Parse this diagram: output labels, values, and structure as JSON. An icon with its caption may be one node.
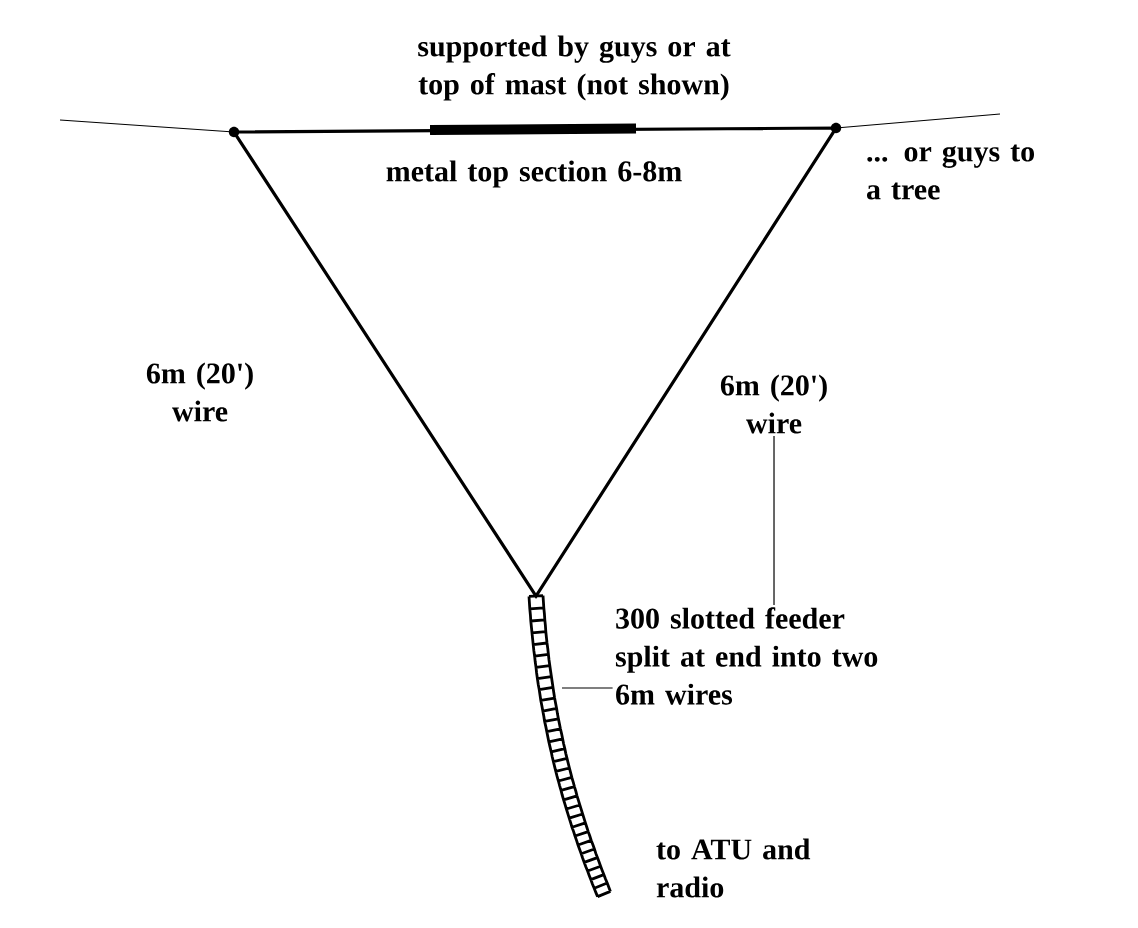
{
  "diagram": {
    "nodes": [
      {
        "text": [
          "6m (20') wire"
        ]
      },
      {
        "text": [
          "300 slotted feeder split at end into two 6m wires"
        ]
      },
      {
        "text": [],
        "shape": "ladder"
      }
    ],
    "edges": [
      {
        "from": 0,
        "to": 1,
        "arrow": "none"
      },
      {
        "from": 1,
        "to": 2,
        "arrow": "none"
      }
    ],
    "labels": [
      "supported by guys or at top of mast (not shown)",
      "metal top section 6-8m",
      "... or guys to a tree",
      "6m (20') wire",
      "to ATU and radio"
    ]
  }
}
